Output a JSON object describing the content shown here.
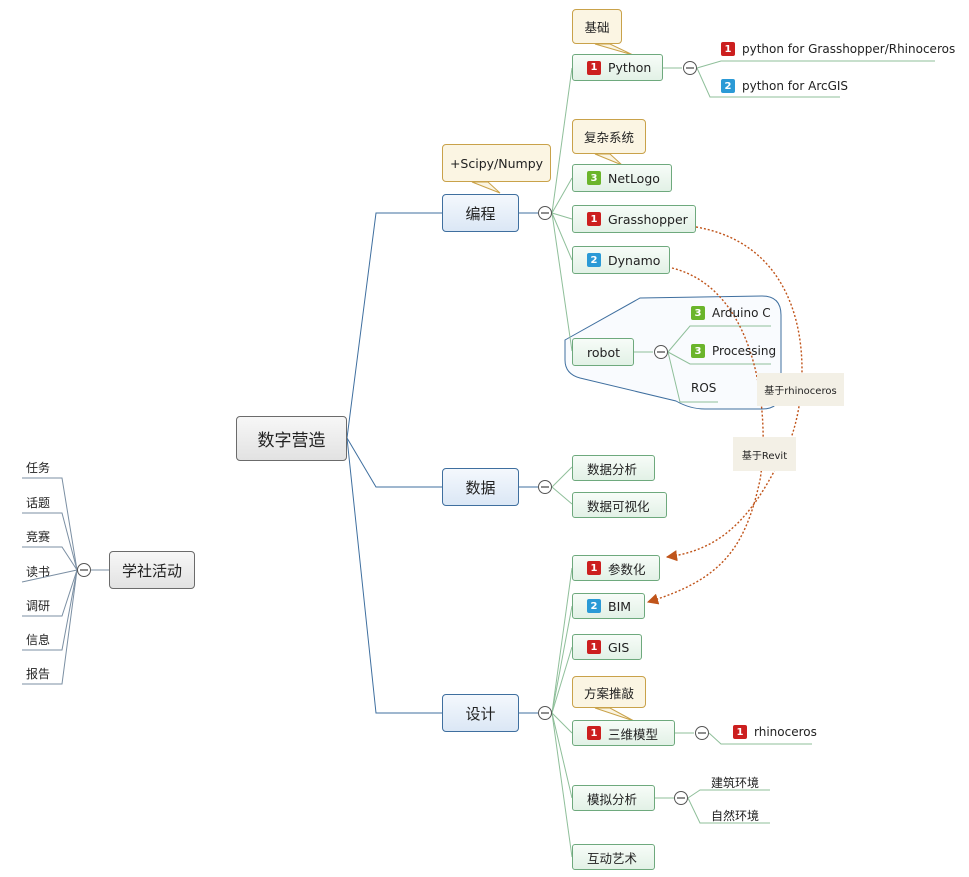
{
  "central": {
    "label": "数字营造"
  },
  "branches": {
    "programming": {
      "label": "编程",
      "note": "+Scipy/Numpy",
      "python": {
        "label": "Python",
        "priority": "1",
        "note": "基础",
        "children": [
          {
            "label": "python for Grasshopper/Rhinoceros",
            "priority": "1"
          },
          {
            "label": "python for ArcGIS",
            "priority": "2"
          }
        ]
      },
      "netlogo": {
        "label": "NetLogo",
        "priority": "3",
        "note": "复杂系统"
      },
      "grasshopper": {
        "label": "Grasshopper",
        "priority": "1"
      },
      "dynamo": {
        "label": "Dynamo",
        "priority": "2"
      },
      "robot": {
        "label": "robot",
        "children": [
          {
            "label": "Arduino C",
            "priority": "3"
          },
          {
            "label": "Processing",
            "priority": "3"
          },
          {
            "label": "ROS"
          }
        ]
      }
    },
    "data": {
      "label": "数据",
      "children": [
        {
          "label": "数据分析"
        },
        {
          "label": "数据可视化"
        }
      ]
    },
    "design": {
      "label": "设计",
      "parametric": {
        "label": "参数化",
        "priority": "1"
      },
      "bim": {
        "label": "BIM",
        "priority": "2"
      },
      "gis": {
        "label": "GIS",
        "priority": "1"
      },
      "model3d": {
        "label": "三维模型",
        "priority": "1",
        "note": "方案推敲",
        "child": {
          "label": "rhinoceros",
          "priority": "1"
        }
      },
      "simulation": {
        "label": "模拟分析",
        "children": [
          {
            "label": "建筑环境"
          },
          {
            "label": "自然环境"
          }
        ]
      },
      "interactive": {
        "label": "互动艺术"
      }
    }
  },
  "relationships": [
    {
      "label": "基于rhinoceros"
    },
    {
      "label": "基于Revit"
    }
  ],
  "club": {
    "label": "学社活动",
    "items": [
      {
        "label": "任务"
      },
      {
        "label": "话题"
      },
      {
        "label": "竞赛"
      },
      {
        "label": "读书"
      },
      {
        "label": "调研"
      },
      {
        "label": "信息"
      },
      {
        "label": "报告"
      }
    ]
  },
  "colors": {
    "main_line": "#3f6f9f",
    "sub_line": "#8fbf9a",
    "relationship": "#c0541a",
    "priority_1": "#cc1f1f",
    "priority_2": "#2b9ad6",
    "priority_3": "#6bb52b"
  }
}
